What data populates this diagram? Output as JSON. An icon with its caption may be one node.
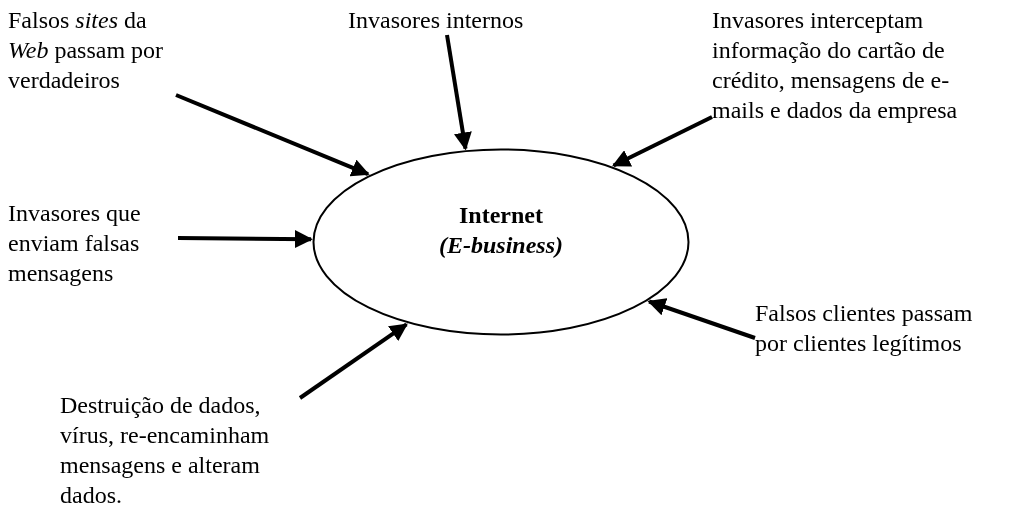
{
  "diagram": {
    "nodes": [
      {
        "text": [
          "Internet",
          "(E-business)"
        ]
      },
      {
        "text": [
          "Falsos *sites* da *Web* passam por verdadeiros"
        ]
      },
      {
        "text": [
          "Invasores internos"
        ]
      },
      {
        "text": [
          "Invasores interceptam informação do cartão de crédito, mensagens de e-mails e dados da empresa"
        ]
      },
      {
        "text": [
          "Invasores que enviam falsas mensagens"
        ]
      },
      {
        "text": [
          "Falsos clientes passam por clientes legítimos"
        ]
      },
      {
        "text": [
          "Destruição de dados, vírus, re-encaminham mensagens e alteram dados."
        ]
      }
    ],
    "edges": [
      {
        "from": 1,
        "to": 0,
        "arrow": "to"
      },
      {
        "from": 2,
        "to": 0,
        "arrow": "to"
      },
      {
        "from": 3,
        "to": 0,
        "arrow": "to"
      },
      {
        "from": 4,
        "to": 0,
        "arrow": "to"
      },
      {
        "from": 5,
        "to": 0,
        "arrow": "to"
      },
      {
        "from": 6,
        "to": 0,
        "arrow": "to"
      }
    ]
  }
}
